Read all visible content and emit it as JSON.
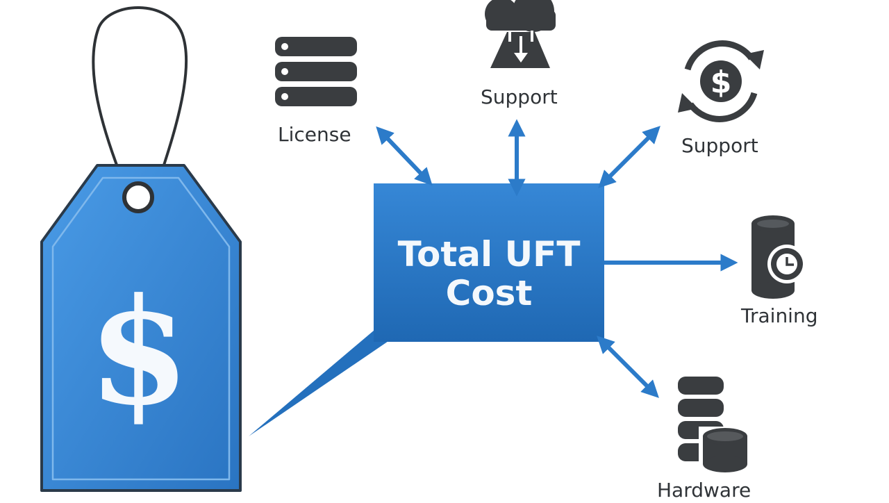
{
  "center": {
    "line1": "Total UFT",
    "line2": "Cost"
  },
  "tag": {
    "symbol": "$"
  },
  "nodes": {
    "license": {
      "label": "License",
      "icon": "server-stack-icon"
    },
    "support_top": {
      "label": "Support",
      "icon": "cloud-support-icon"
    },
    "support_right": {
      "label": "Support",
      "icon": "dollar-cycle-icon"
    },
    "training": {
      "label": "Training",
      "icon": "database-clock-icon"
    },
    "hardware": {
      "label": "Hardware",
      "icon": "hardware-stack-icon"
    }
  },
  "colors": {
    "blue": "#2c7bc9",
    "blue_dark": "#1d5f9e",
    "tag_outline": "#2a3a4a",
    "icon_gray": "#3a3d40",
    "text": "#2f3337"
  }
}
